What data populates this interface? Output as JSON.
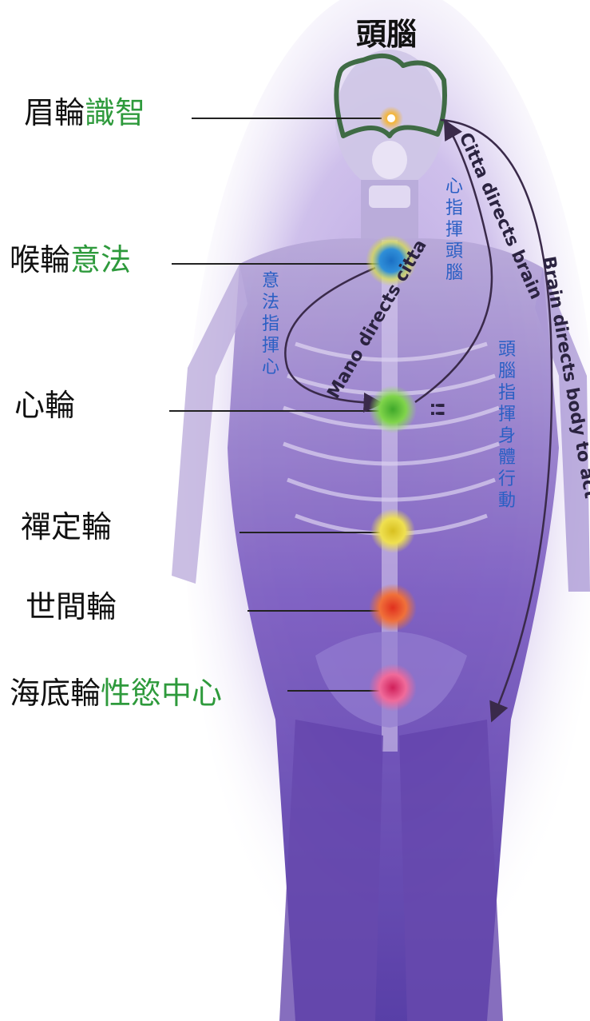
{
  "title": "頭腦",
  "chakras": [
    {
      "id": "brow",
      "name": "眉輪",
      "meaning": "識智",
      "color": "#f3b53a"
    },
    {
      "id": "throat",
      "name": "喉輪",
      "meaning": "意法",
      "color": "#2f8fd8"
    },
    {
      "id": "heart",
      "name": "心輪",
      "meaning": "",
      "color": "#55c23a"
    },
    {
      "id": "dhyana",
      "name": "禪定輪",
      "meaning": "",
      "color": "#e6cf2a"
    },
    {
      "id": "world",
      "name": "世間輪",
      "meaning": "",
      "color": "#e33a2a"
    },
    {
      "id": "root",
      "name": "海底輪",
      "meaning": "性慾中心",
      "color": "#e0336f"
    }
  ],
  "arrows": {
    "mano": "Mano directs citta",
    "citta": "Citta directs brain",
    "brain": "Brain directs body to act",
    "marker": "!!"
  },
  "vertical_notes": {
    "mano_cn": "意法指揮心",
    "citta_cn": "心指揮頭腦",
    "brain_cn": "頭腦指揮身體行動"
  },
  "colors": {
    "label_green": "#2e9a3c",
    "note_blue": "#2a5fc4",
    "body_purple": "#5a3aa6"
  }
}
